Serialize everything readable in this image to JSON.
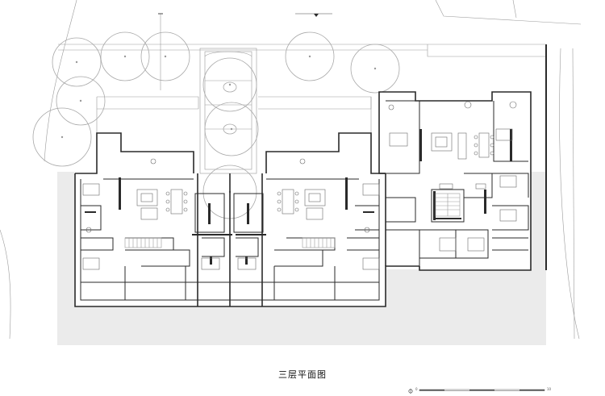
{
  "caption": "三层平面图",
  "scale": {
    "start": "0",
    "end": "10"
  }
}
